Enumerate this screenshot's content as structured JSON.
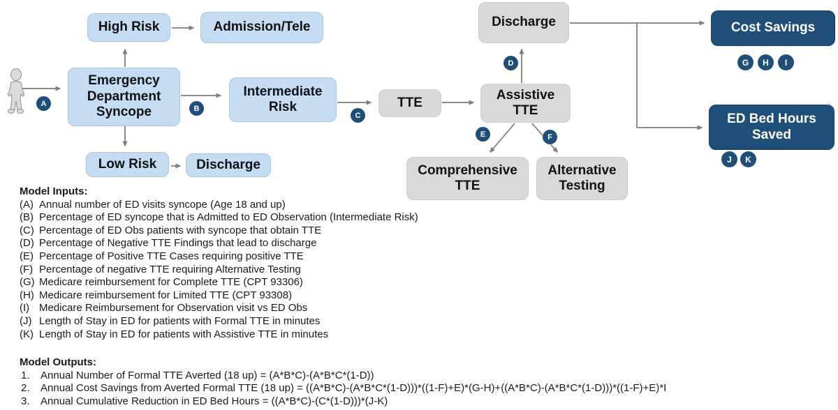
{
  "nodes": {
    "ed_syncope": "Emergency Department Syncope",
    "high_risk": "High Risk",
    "admission_tele": "Admission/Tele",
    "low_risk": "Low Risk",
    "discharge_low": "Discharge",
    "intermediate_risk": "Intermediate Risk",
    "tte": "TTE",
    "assistive_tte": "Assistive TTE",
    "discharge_top": "Discharge",
    "comprehensive_tte": "Comprehensive TTE",
    "alternative_testing": "Alternative Testing",
    "cost_savings": "Cost Savings",
    "ed_bed_hours_saved": "ED Bed Hours Saved"
  },
  "path_labels": {
    "a": "A",
    "b": "B",
    "c": "C",
    "d": "D",
    "e": "E",
    "f": "F",
    "g": "G",
    "h": "H",
    "i": "I",
    "j": "J",
    "k": "K"
  },
  "colors": {
    "light_blue_fill": "#c6dcf2",
    "gray_fill": "#d9d9d9",
    "navy": "#1f4e79",
    "arrow_gray": "#8c8c8c"
  },
  "model_inputs": {
    "heading": "Model Inputs:",
    "items": [
      {
        "key": "(A)",
        "text": "Annual number of ED visits syncope (Age 18 and up)"
      },
      {
        "key": "(B)",
        "text": "Percentage of ED syncope that is Admitted to ED Observation (Intermediate Risk)"
      },
      {
        "key": "(C)",
        "text": "Percentage of ED Obs patients with syncope that obtain TTE"
      },
      {
        "key": "(D)",
        "text": "Percentage of Negative TTE Findings that lead to discharge"
      },
      {
        "key": "(E)",
        "text": "Percentage of Positive TTE Cases requiring positive TTE"
      },
      {
        "key": "(F)",
        "text": "Percentage of negative TTE requiring Alternative Testing"
      },
      {
        "key": "(G)",
        "text": "Medicare reimbursement for Complete TTE (CPT 93306)"
      },
      {
        "key": "(H)",
        "text": "Medicare reimbursement for Limited TTE (CPT 93308)"
      },
      {
        "key": "(I)",
        "text": "Medicare Reimbursement for Observation visit vs ED Obs"
      },
      {
        "key": "(J)",
        "text": "Length of Stay in ED for patients with Formal TTE in minutes"
      },
      {
        "key": "(K)",
        "text": "Length of Stay in ED for patients with Assistive TTE in minutes"
      }
    ]
  },
  "model_outputs": {
    "heading": "Model Outputs:",
    "items": [
      {
        "num": "1.",
        "text": "Annual Number of Formal TTE Averted (18 up) = (A*B*C)-(A*B*C*(1-D))"
      },
      {
        "num": "2.",
        "text": "Annual Cost Savings from Averted Formal TTE (18 up) =  ((A*B*C)-(A*B*C*(1-D)))*((1-F)+E)*(G-H)+((A*B*C)-(A*B*C*(1-D)))*((1-F)+E)*I"
      },
      {
        "num": "3.",
        "text": "Annual Cumulative Reduction in ED Bed Hours =  ((A*B*C)-(C*(1-D)))*(J-K)"
      }
    ]
  }
}
